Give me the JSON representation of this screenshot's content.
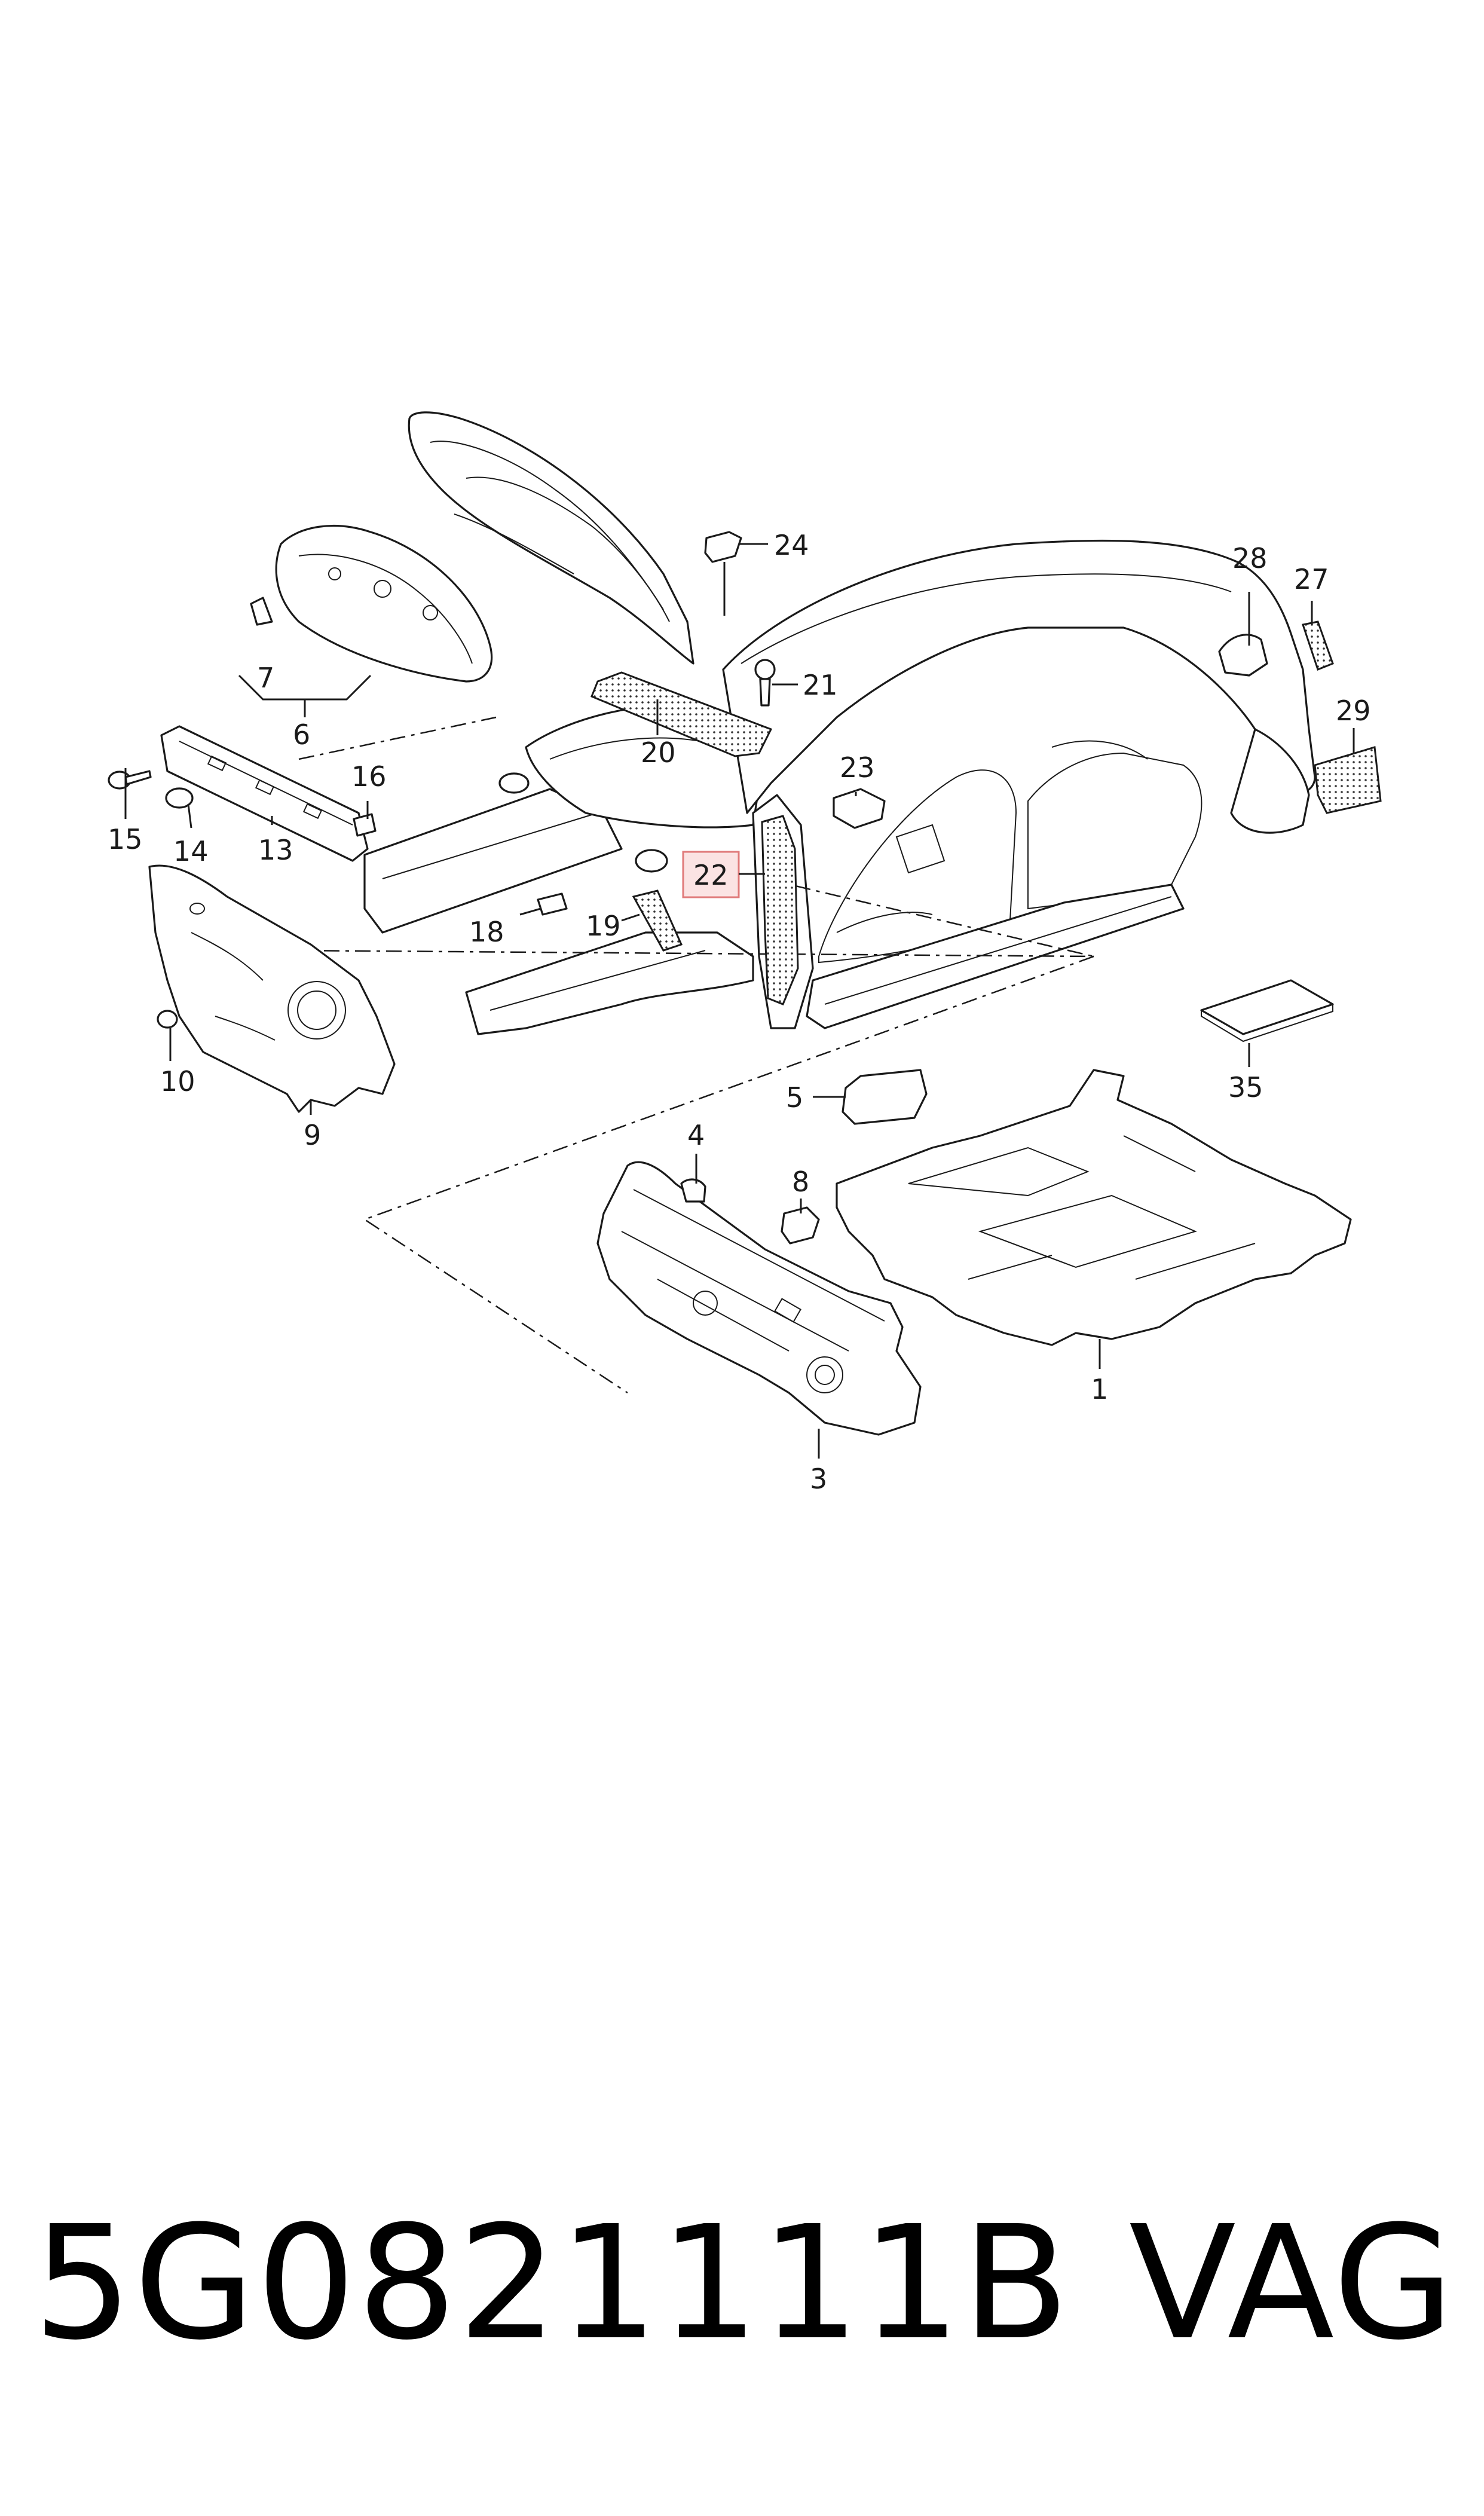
{
  "diagram": {
    "highlighted_part": "22",
    "callouts": [
      "1",
      "3",
      "4",
      "5",
      "6",
      "7",
      "8",
      "9",
      "10",
      "13",
      "14",
      "15",
      "16",
      "18",
      "19",
      "20",
      "21",
      "22",
      "23",
      "24",
      "27",
      "28",
      "29",
      "35"
    ]
  },
  "footer": {
    "part_number": "5G0821111B",
    "brand": "VAG"
  },
  "colors": {
    "highlight_fill": "#fbe3e3",
    "highlight_stroke": "#e07a7a",
    "line": "#1a1a1a"
  }
}
